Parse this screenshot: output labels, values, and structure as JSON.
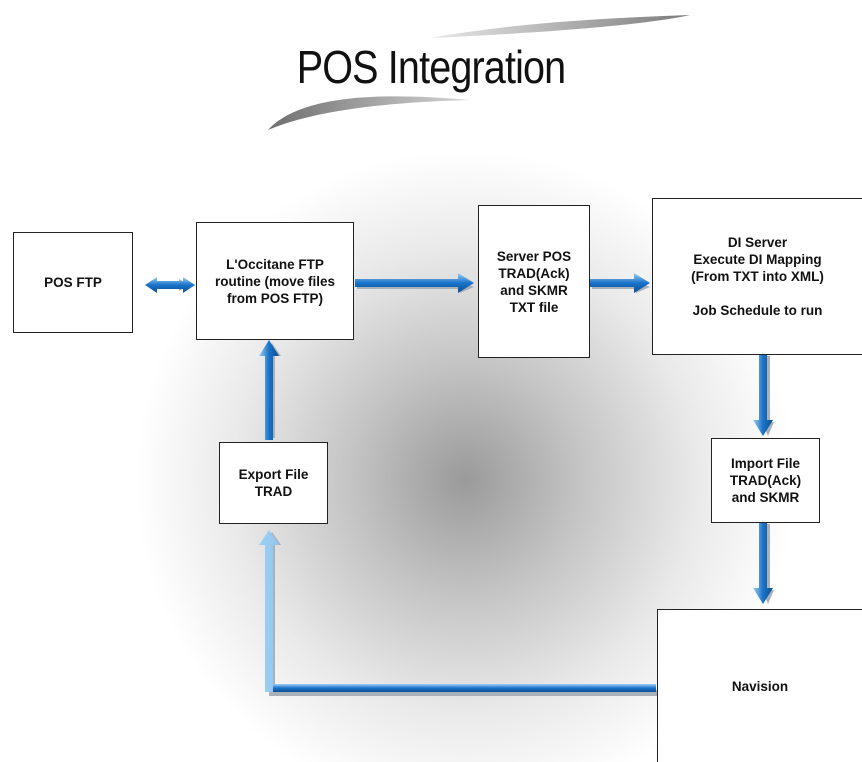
{
  "title": "POS Integration",
  "colors": {
    "arrow_main": "#1a73c8",
    "arrow_shadow": "#9aa3ad",
    "box_border": "#222222",
    "title_swoosh": "#8c8c8c"
  },
  "nodes": {
    "pos_ftp": "POS FTP",
    "occitane_ftp": "L'Occitane FTP\nroutine (move files\nfrom POS FTP)",
    "server_pos": "Server POS\nTRAD(Ack)\nand SKMR\nTXT file",
    "di_server": "DI Server\nExecute DI Mapping\n(From TXT into XML)\n\nJob Schedule to run",
    "import_file": "Import File\nTRAD(Ack)\nand SKMR",
    "export_file": "Export File\nTRAD",
    "navision": "Navision"
  },
  "edges": [
    {
      "from": "pos_ftp",
      "to": "occitane_ftp",
      "direction": "bidirectional"
    },
    {
      "from": "occitane_ftp",
      "to": "server_pos",
      "direction": "forward"
    },
    {
      "from": "server_pos",
      "to": "di_server",
      "direction": "forward"
    },
    {
      "from": "di_server",
      "to": "import_file",
      "direction": "forward"
    },
    {
      "from": "import_file",
      "to": "navision",
      "direction": "forward"
    },
    {
      "from": "navision",
      "to": "export_file",
      "direction": "forward"
    },
    {
      "from": "export_file",
      "to": "occitane_ftp",
      "direction": "forward"
    }
  ]
}
